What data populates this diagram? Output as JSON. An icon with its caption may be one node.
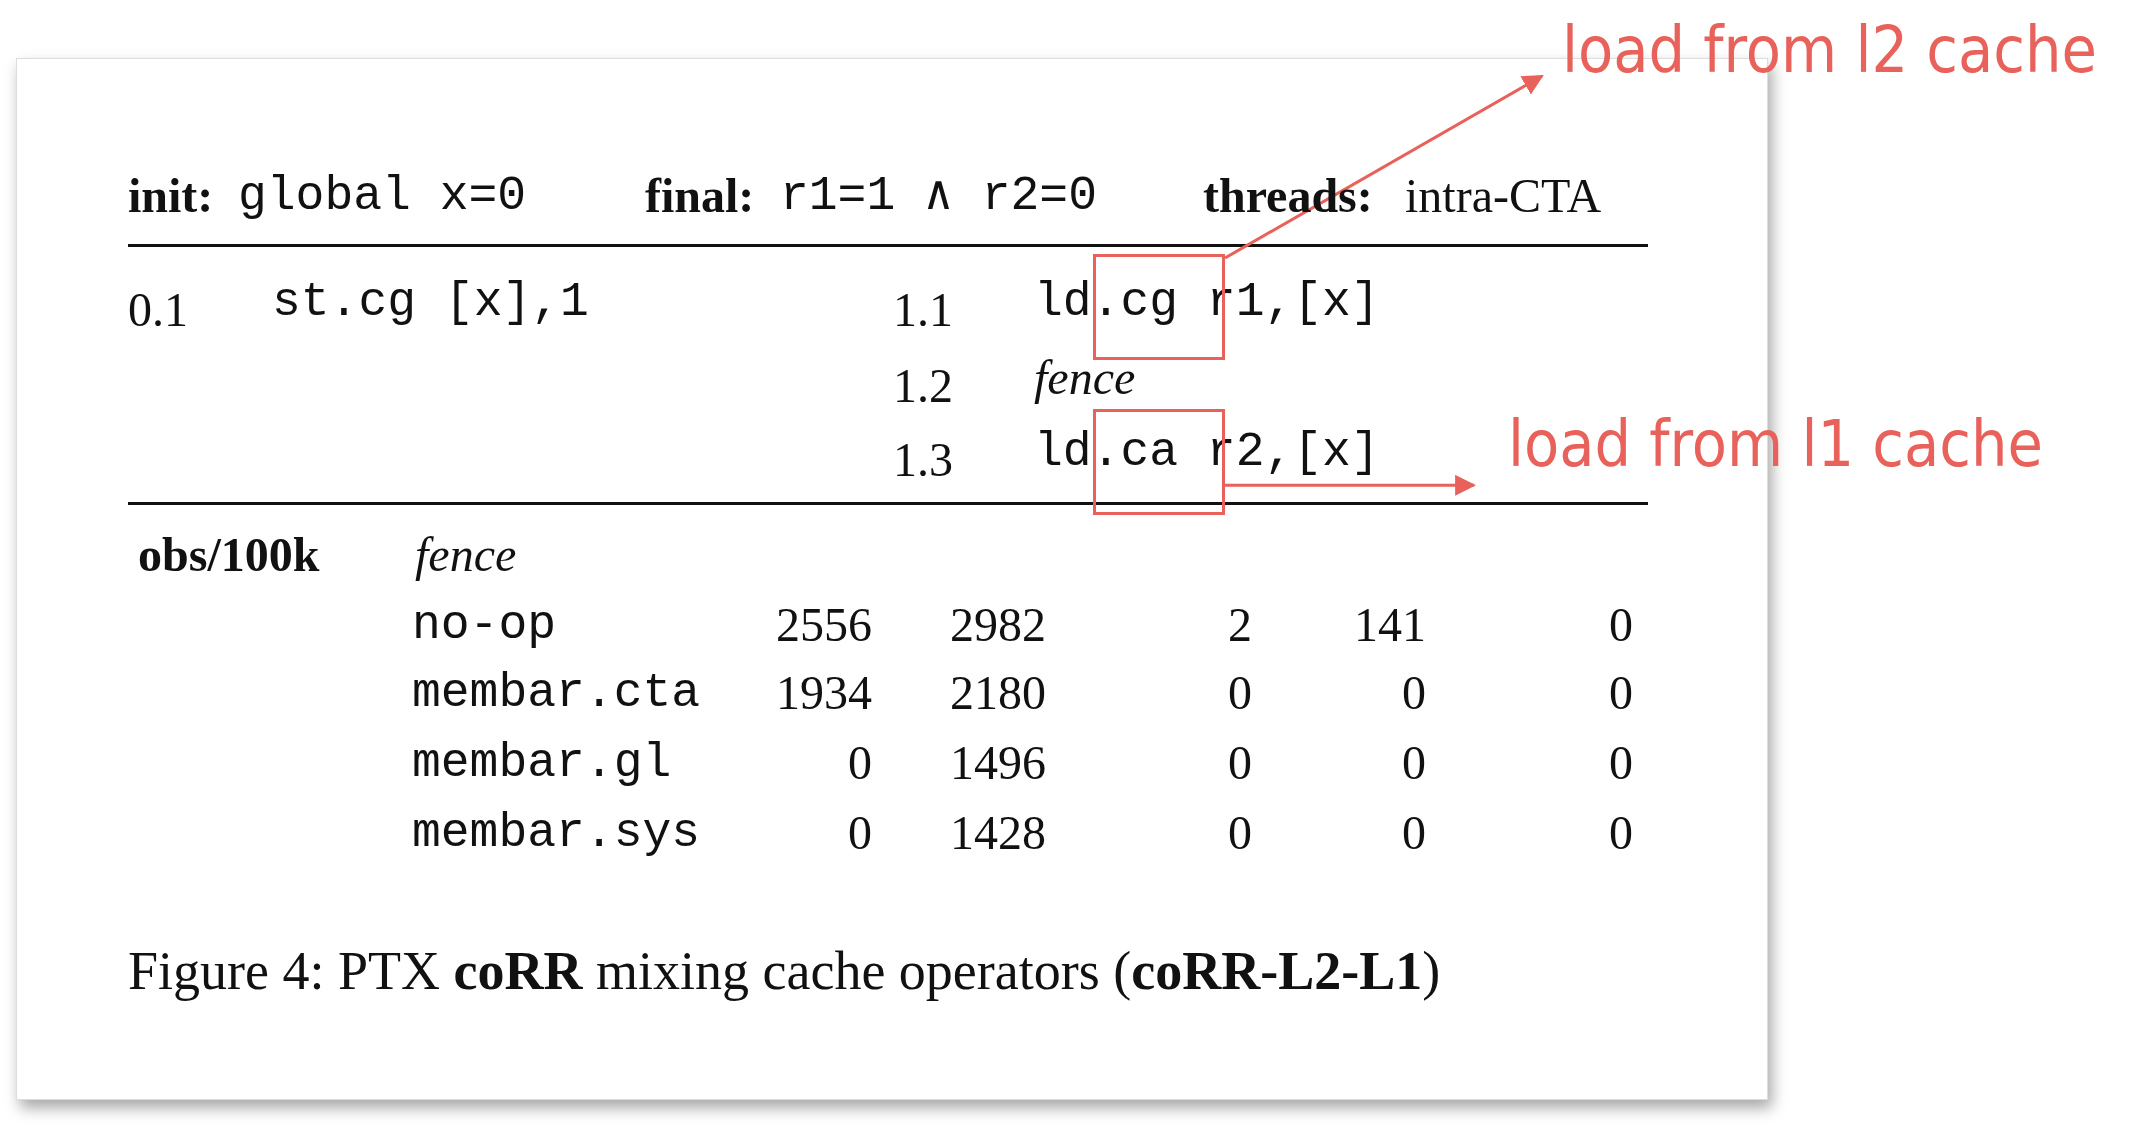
{
  "diagram": {
    "nodes": [
      {
        "text": [],
        "shape": "box"
      },
      {
        "text": [
          "load from l2 cache"
        ]
      },
      {
        "text": [],
        "shape": "box"
      },
      {
        "text": [
          "load from l1 cache"
        ]
      }
    ],
    "edges": [
      {
        "from": 0,
        "to": 1,
        "arrow": "to"
      },
      {
        "from": 2,
        "to": 3,
        "arrow": "to"
      }
    ],
    "labels": [
      "init:",
      "global x=0",
      "final:",
      "r1=1 ∧ r2=0",
      "threads:",
      "intra-CTA",
      "0.1",
      "st.cg [x],1",
      "1.1",
      "ld.cg r1,[x]",
      "1.2",
      "fence",
      "1.3",
      "ld.ca r2,[x]",
      "obs/100k",
      "fence",
      "no-op",
      "2556",
      "2982",
      "2",
      "141",
      "0",
      "membar.cta",
      "1934",
      "2180",
      "0",
      "0",
      "0",
      "membar.gl",
      "0",
      "1496",
      "0",
      "0",
      "0",
      "membar.sys",
      "0",
      "1428",
      "0",
      "0",
      "0"
    ],
    "caption": "Figure 4: PTX **coRR** mixing cache operators (**coRR-L2-L1**)"
  }
}
